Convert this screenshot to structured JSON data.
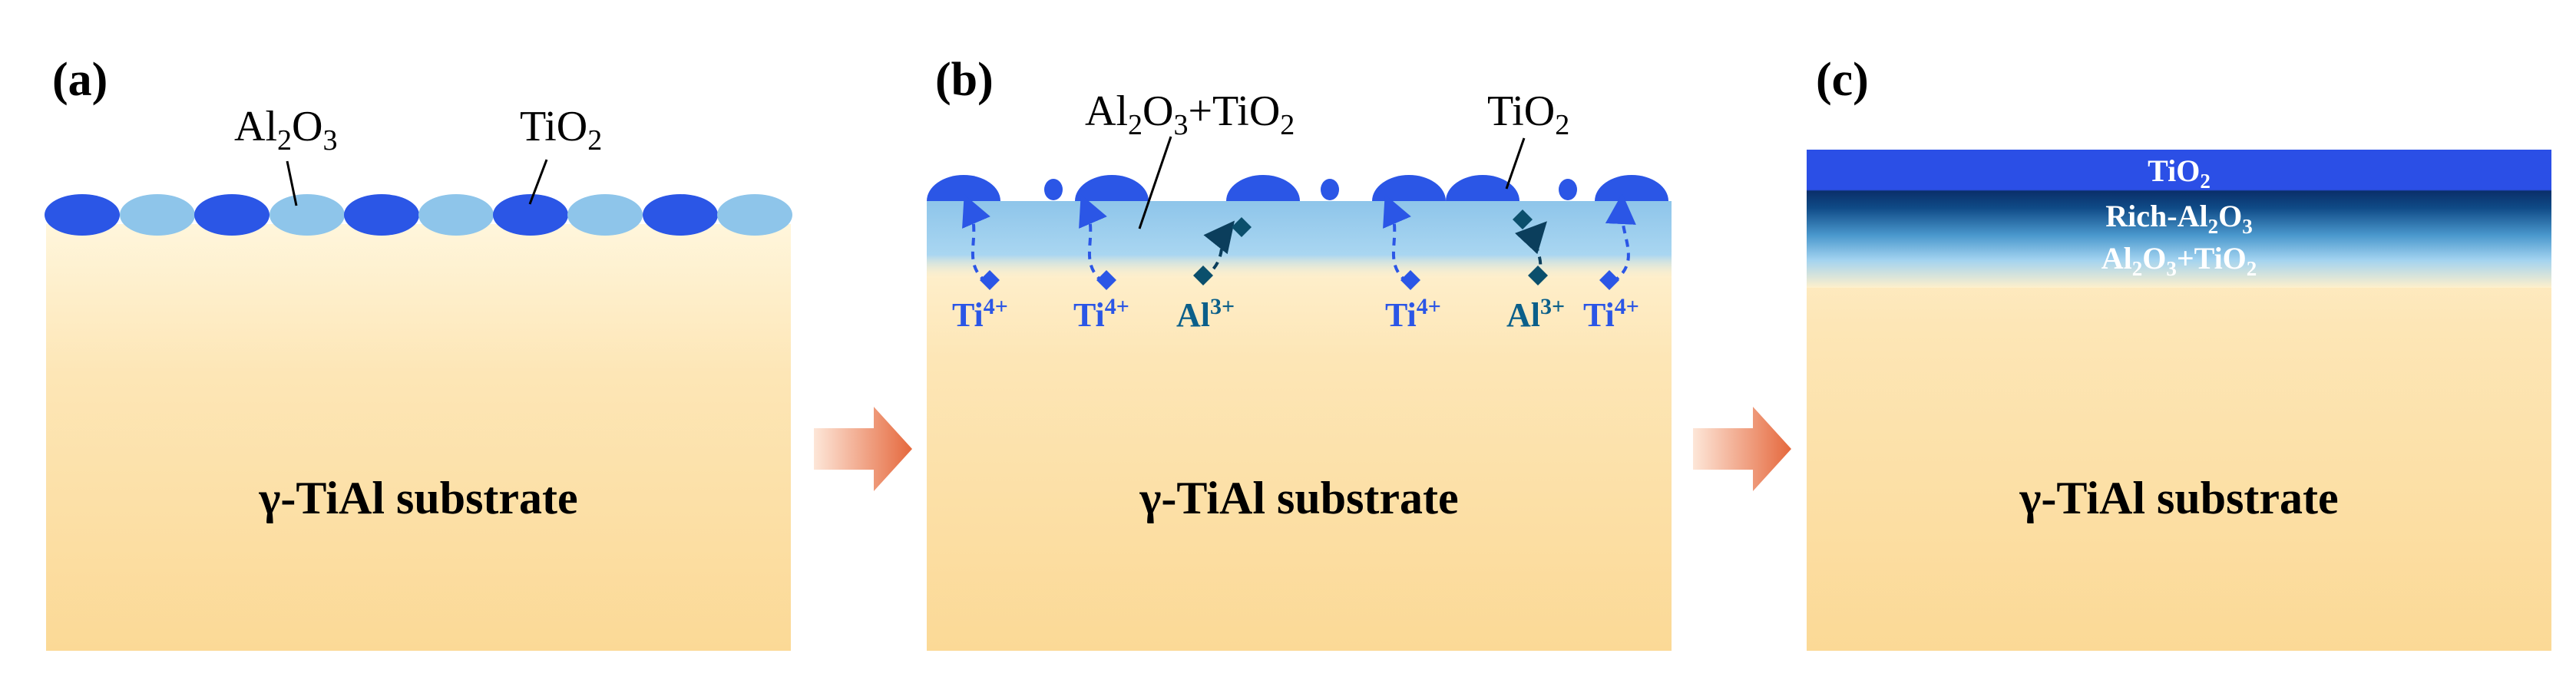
{
  "panels": [
    {
      "letter": "(a)",
      "labels": {
        "al2o3": "Al2O3",
        "tio2": "TiO2"
      },
      "substrate": "γ-TiAl substrate"
    },
    {
      "letter": "(b)",
      "labels": {
        "mixed": "Al2O3+TiO2",
        "tio2": "TiO2"
      },
      "ions": [
        "Ti4+",
        "Ti4+",
        "Al3+",
        "Ti4+",
        "Al3+",
        "Ti4+"
      ],
      "substrate": "γ-TiAl substrate"
    },
    {
      "letter": "(c)",
      "layers": [
        "TiO2",
        "Rich-Al2O3",
        "Al2O3+TiO2"
      ],
      "substrate": "γ-TiAl substrate"
    }
  ],
  "colors": {
    "substrate_top": "#fff6dc",
    "substrate_bottom": "#fbd996",
    "al2o3_light": "#8ec5ea",
    "tio2_dark": "#2b56e6",
    "ti_ion": "#2b56e6",
    "al_ion": "#0b4f6c",
    "arrow": "#e5683d",
    "layer_tio2": "#2b4fe6",
    "layer_rich": "#0b3e78"
  }
}
